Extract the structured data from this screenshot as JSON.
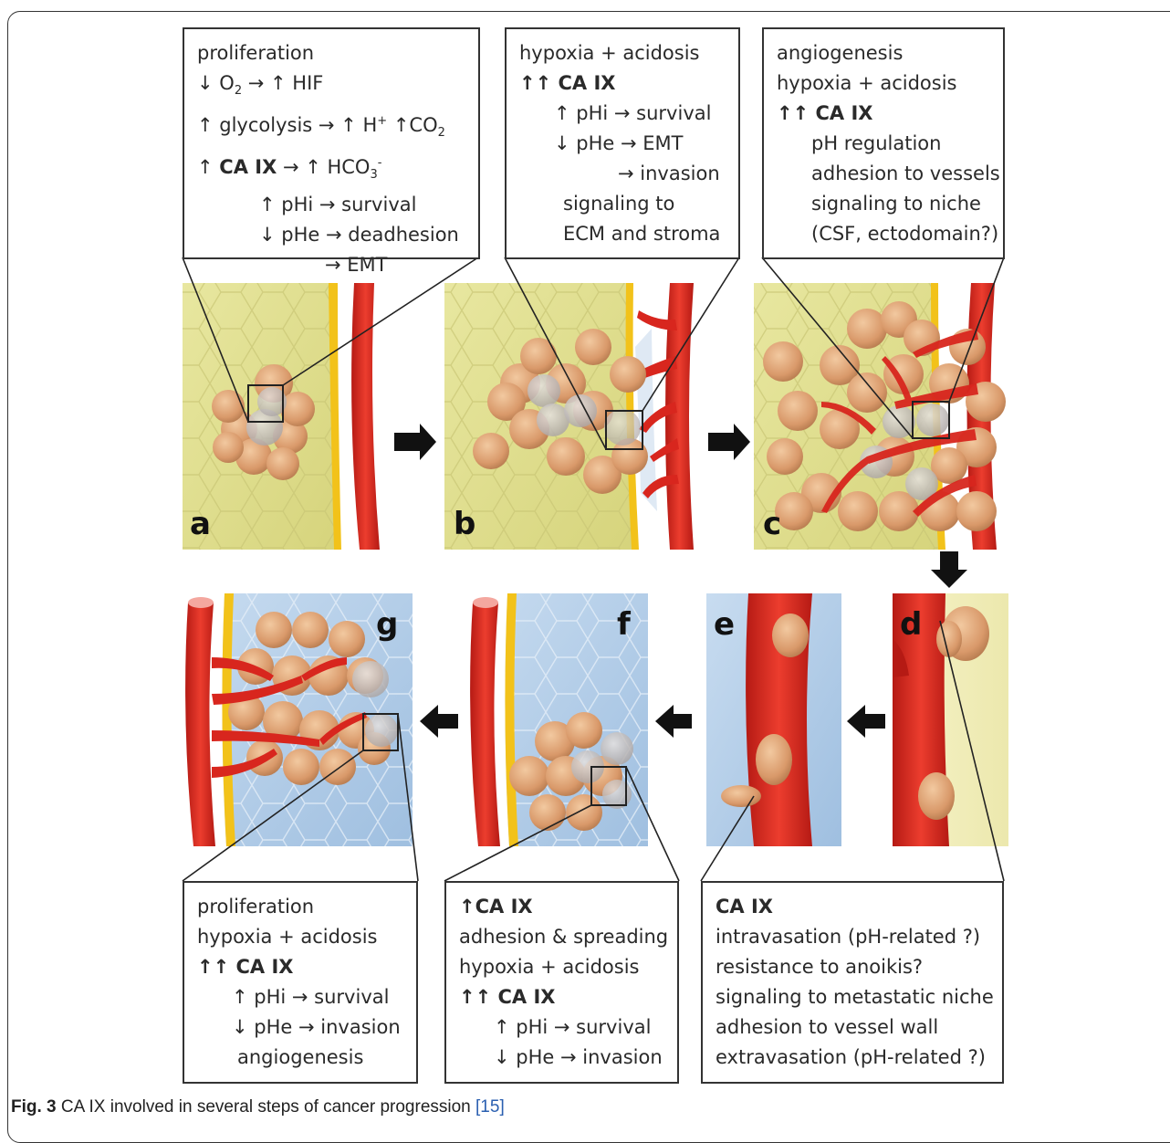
{
  "boxes": {
    "a": [
      "proliferation",
      "↓ O",
      "2",
      " → ↑ HIF",
      "↑ glycolysis → ↑ H",
      "+",
      " ↑CO",
      "2",
      "↑ ",
      "CA IX",
      " → ↑ HCO",
      "3",
      "-",
      "↑ pHi → survival",
      "↓ pHe → deadhesion",
      "→ EMT"
    ],
    "b": [
      "hypoxia + acidosis",
      "↑↑ CA IX",
      "↑ pHi → survival",
      "↓ pHe → EMT",
      "→ invasion",
      "signaling to",
      "ECM and stroma"
    ],
    "c": [
      "angiogenesis",
      "hypoxia + acidosis",
      "↑↑ CA IX",
      "pH regulation",
      "adhesion to vessels",
      "signaling to niche",
      "(CSF, ectodomain?)"
    ],
    "g": [
      "proliferation",
      "hypoxia + acidosis",
      "↑↑ CA IX",
      "↑ pHi → survival",
      "↓ pHe → invasion",
      "angiogenesis"
    ],
    "f": [
      "↑CA IX",
      "adhesion & spreading",
      "hypoxia + acidosis",
      "↑↑ CA IX",
      "↑ pHi → survival",
      "↓ pHe → invasion"
    ],
    "de": [
      "CA IX",
      "intravasation (pH-related ?)",
      "resistance to anoikis?",
      "signaling to metastatic niche",
      "adhesion to vessel wall",
      "extravasation (pH-related ?)"
    ]
  },
  "panel_letters": [
    "a",
    "b",
    "c",
    "d",
    "e",
    "f",
    "g"
  ],
  "caption": {
    "label": "Fig. 3",
    "text": " CA IX involved in several steps of cancer progression ",
    "ref": "[15]"
  },
  "colors": {
    "tissue_yellow": "#e4e39a",
    "tissue_blue": "#b9d2ea",
    "vessel_red": "#d8261e",
    "basement_yellow": "#f2c21a",
    "cell_tan": "#e0a877",
    "cell_gray": "#c9c2c0"
  }
}
